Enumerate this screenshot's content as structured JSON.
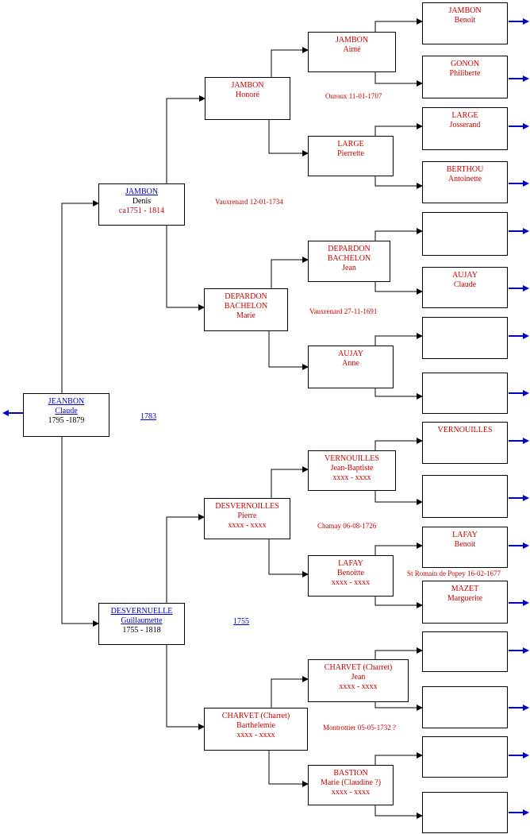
{
  "persons": {
    "p1": {
      "line1": "JEANBON",
      "line2": "Claude",
      "line3": "1795 -1879"
    },
    "p2": {
      "line1": "JAMBON",
      "line2": "Denis",
      "line3": "ca1751 - 1814"
    },
    "p3": {
      "line1": "DESVERNUELLE",
      "line2": "Guillaumette",
      "line3": "1755 - 1818"
    },
    "p4": {
      "line1": "JAMBON",
      "line2": "Honoré"
    },
    "p5": {
      "line1": "DEPARDON",
      "line2": "BACHELON",
      "line3": "Marie"
    },
    "p6": {
      "line1": "DESVERNOILLES",
      "line2": "Pierre",
      "line3": "xxxx - xxxx"
    },
    "p7": {
      "line1": "CHARVET (Charret)",
      "line2": "Barthelemie",
      "line3": "xxxx - xxxx"
    },
    "p8": {
      "line1": "JAMBON",
      "line2": "Aimé"
    },
    "p9": {
      "line1": "LARGE",
      "line2": "Pierrette"
    },
    "p10": {
      "line1": "DEPARDON",
      "line2": "BACHELON",
      "line3": "Jean"
    },
    "p11": {
      "line1": "AUJAY",
      "line2": "Anne"
    },
    "p12": {
      "line1": "VERNOUILLES",
      "line2": "Jean-Baptiste",
      "line3": "xxxx - xxxx"
    },
    "p13": {
      "line1": "LAFAY",
      "line2": "Benoitte",
      "line3": "xxxx - xxxx"
    },
    "p14": {
      "line1": "CHARVET (Charret)",
      "line2": "Jean",
      "line3": "xxxx - xxxx"
    },
    "p15": {
      "line1": "BASTION",
      "line2": "Marie (Claudine ?)",
      "line3": "xxxx - xxxx"
    },
    "p16": {
      "line1": "JAMBON",
      "line2": "Benoit"
    },
    "p17": {
      "line1": "GONON",
      "line2": "Philiberte"
    },
    "p18": {
      "line1": "LARGE",
      "line2": "Josserand"
    },
    "p19": {
      "line1": "BERTHOU",
      "line2": "Antoinette"
    },
    "p20": {},
    "p21": {
      "line1": "AUJAY",
      "line2": "Claude"
    },
    "p22": {},
    "p23": {},
    "p24": {
      "line1": "VERNOUILLES"
    },
    "p25": {},
    "p26": {
      "line1": "LAFAY",
      "line2": "Benoit"
    },
    "p27": {
      "line1": "MAZET",
      "line2": "Marguerite"
    },
    "p28": {},
    "p29": {},
    "p30": {},
    "p31": {}
  },
  "marriages": {
    "m1": "1783",
    "m2": "Vauxrenard 12-01-1734",
    "m3": "1755",
    "m4": "Ouroux 11-01-1707",
    "m5": "Vauxrenard  27-11-1691",
    "m6": "Chamay 06-08-1726",
    "m7": "Montrottier 05-05-1732 ?",
    "m8": "St Romain de Popey 16-02-1677"
  },
  "colors": {
    "ancestor_text": "#cc0000",
    "link_text": "#0000cc",
    "arrow": "#0000cc",
    "line": "#000000"
  },
  "icons": {
    "back": "arrow-left-icon",
    "next": "arrow-right-icon"
  }
}
